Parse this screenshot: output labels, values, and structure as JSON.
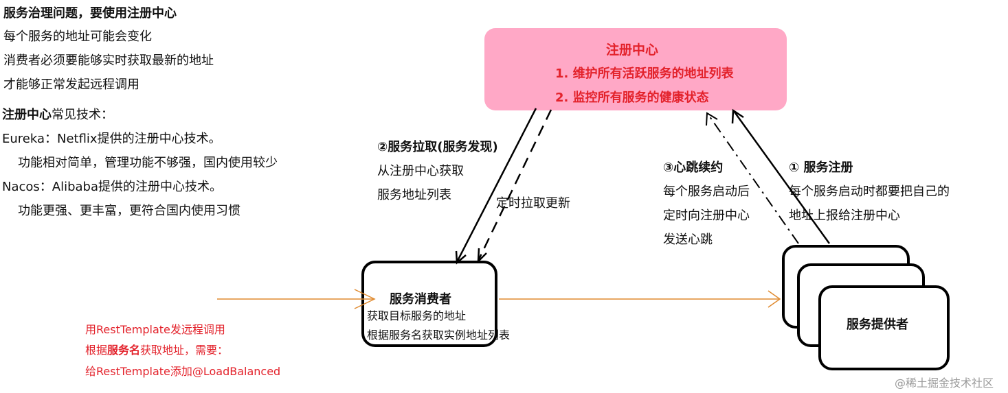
{
  "intro": {
    "title": "服务治理问题，要使用注册中心",
    "lines": [
      "每个服务的地址可能会变化",
      "消费者必须要能够实时获取最新的地址",
      "才能够正常发起远程调用"
    ]
  },
  "tech": {
    "title_bold": "注册中心",
    "title_rest": "常见技术：",
    "eureka": "Eureka：Netflix提供的注册中心技术。",
    "eureka_note": "功能相对简单，管理功能不够强，国内使用较少",
    "nacos": "Nacos：Alibaba提供的注册中心技术。",
    "nacos_note": "功能更强、更丰富，更符合国内使用习惯"
  },
  "registry": {
    "title": "注册中心",
    "items": [
      "1. 维护所有活跃服务的地址列表",
      "2. 监控所有服务的健康状态"
    ]
  },
  "pull": {
    "title": "②服务拉取(服务发现)",
    "lines": [
      "从注册中心获取",
      "服务地址列表"
    ],
    "timer": "定时拉取更新"
  },
  "heartbeat": {
    "title": "③心跳续约",
    "lines": [
      "每个服务启动后",
      "定时向注册中心",
      "发送心跳"
    ]
  },
  "register": {
    "title": "① 服务注册",
    "lines": [
      "每个服务启动时都要把自己的",
      "地址上报给注册中心"
    ]
  },
  "consumer": {
    "title": "服务消费者",
    "lines": [
      "获取目标服务的地址",
      "根据服务名获取实例地址列表"
    ]
  },
  "provider": {
    "title": "服务提供者"
  },
  "rest_note": {
    "line1": "用RestTemplate发远程调用",
    "line2_pre": "根据",
    "line2_bold": "服务名",
    "line2_post": "获取地址，需要：",
    "line3": "给RestTemplate添加@LoadBalanced"
  },
  "watermark": "@稀土掘金技术社区",
  "colors": {
    "registry_fill": "#ffa8c6",
    "accent_red": "#e3222b",
    "call_arrow": "#e08a2e"
  }
}
